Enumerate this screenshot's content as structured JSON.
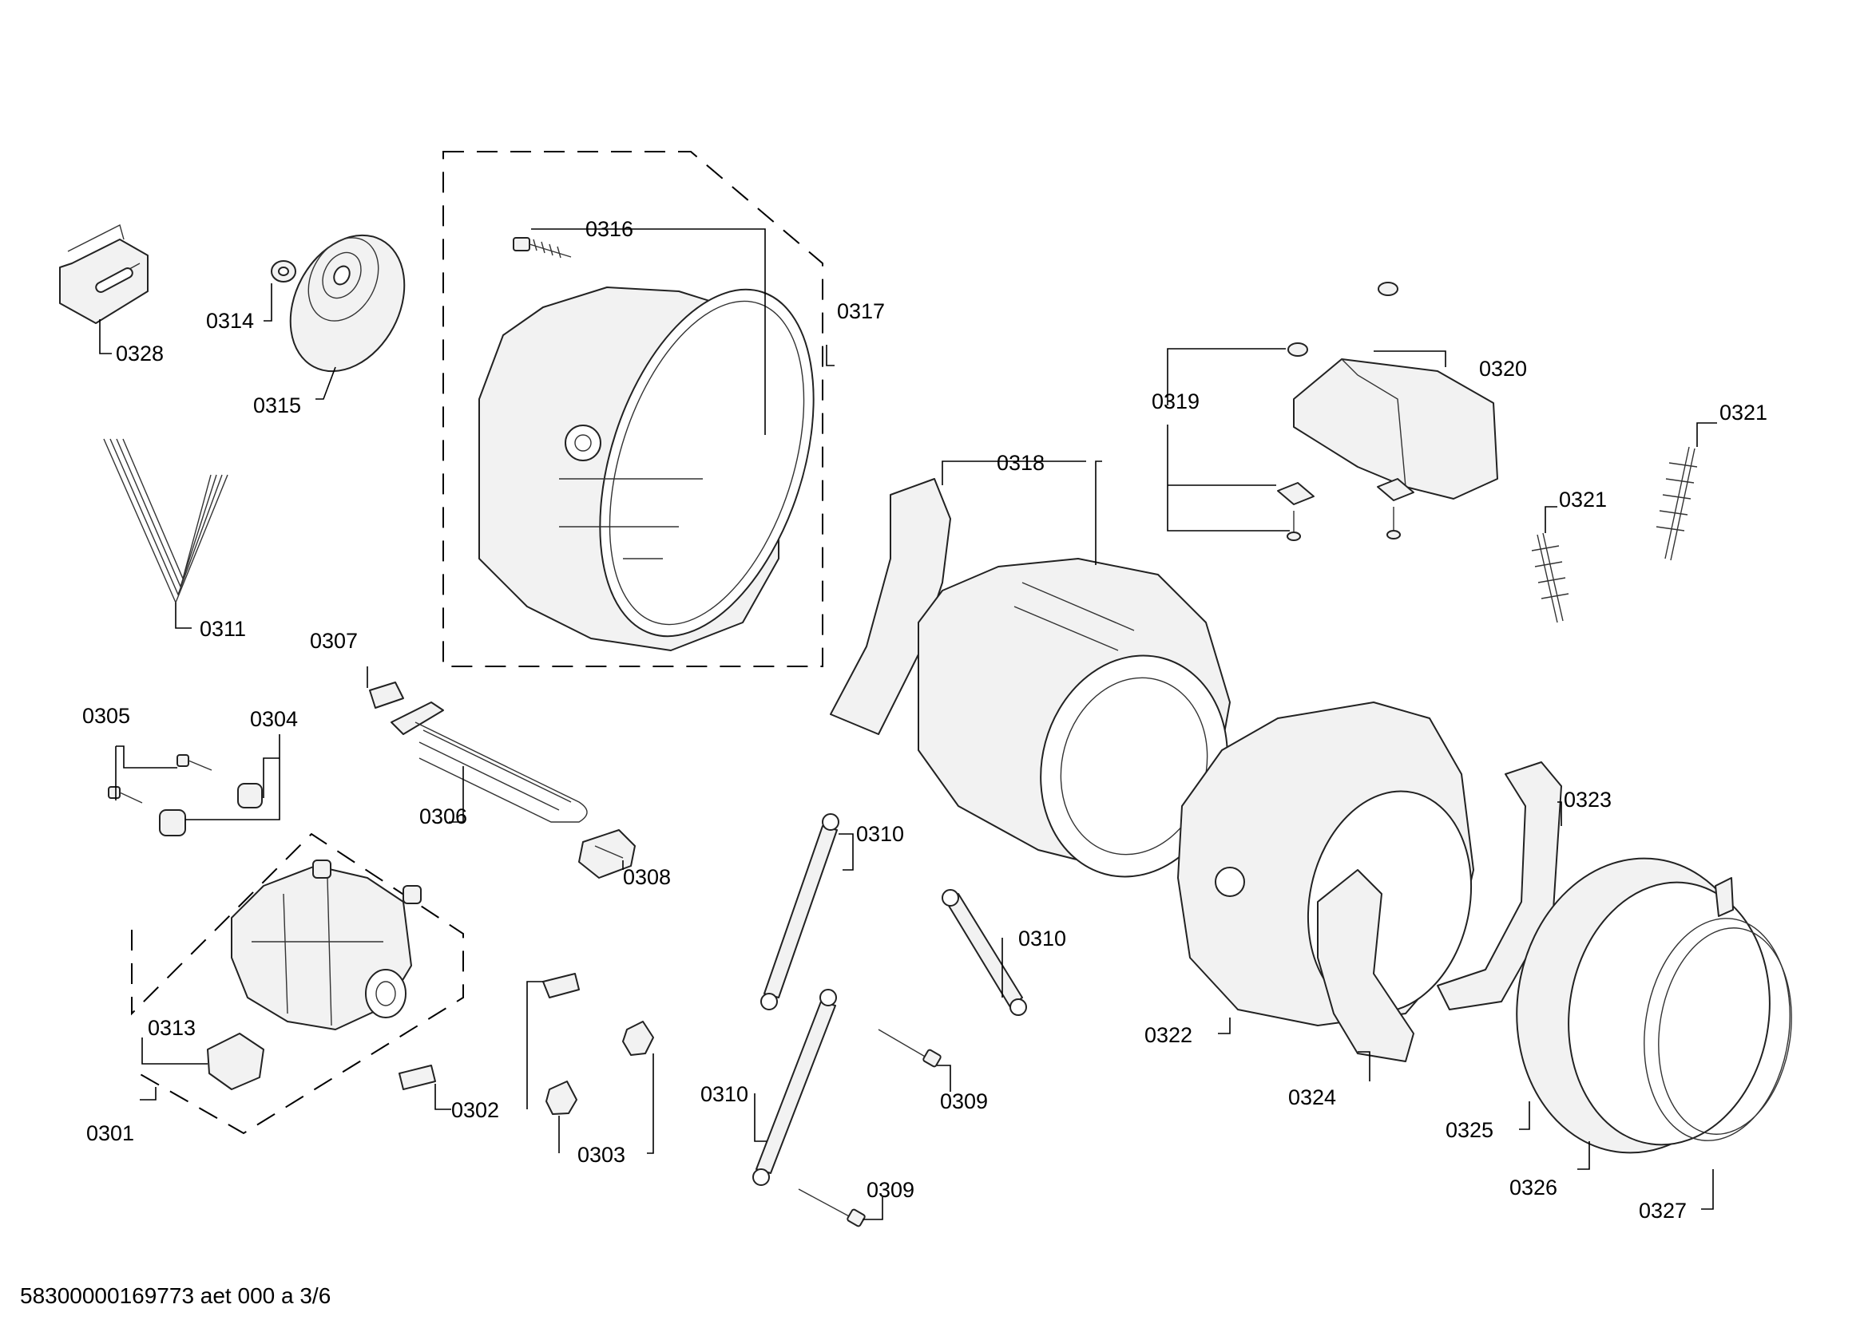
{
  "callouts": {
    "p0301": "0301",
    "p0302": "0302",
    "p0303": "0303",
    "p0304": "0304",
    "p0305": "0305",
    "p0306": "0306",
    "p0307": "0307",
    "p0308": "0308",
    "p0309a": "0309",
    "p0309b": "0309",
    "p0310a": "0310",
    "p0310b": "0310",
    "p0310c": "0310",
    "p0311": "0311",
    "p0313": "0313",
    "p0314": "0314",
    "p0315": "0315",
    "p0316": "0316",
    "p0317": "0317",
    "p0318": "0318",
    "p0319": "0319",
    "p0320": "0320",
    "p0321a": "0321",
    "p0321b": "0321",
    "p0322": "0322",
    "p0323": "0323",
    "p0324": "0324",
    "p0325": "0325",
    "p0326": "0326",
    "p0327": "0327",
    "p0328": "0328"
  },
  "footer": "58300000169773 aet 000 a 3/6"
}
